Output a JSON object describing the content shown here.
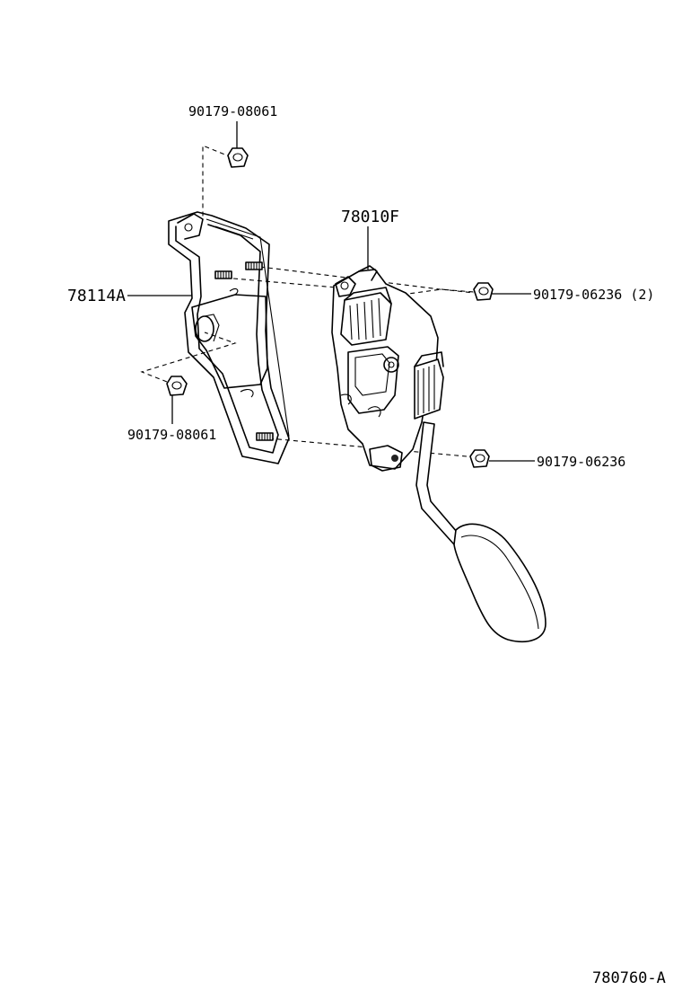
{
  "diagram": {
    "callouts": {
      "nut_top": "90179-08061",
      "sensor_assy": "78010F",
      "bracket": "78114A",
      "nut_right_top": "90179-06236 (2)",
      "nut_left_bottom": "90179-08061",
      "nut_right_bottom": "90179-06236"
    },
    "reference_code": "780760-A"
  }
}
